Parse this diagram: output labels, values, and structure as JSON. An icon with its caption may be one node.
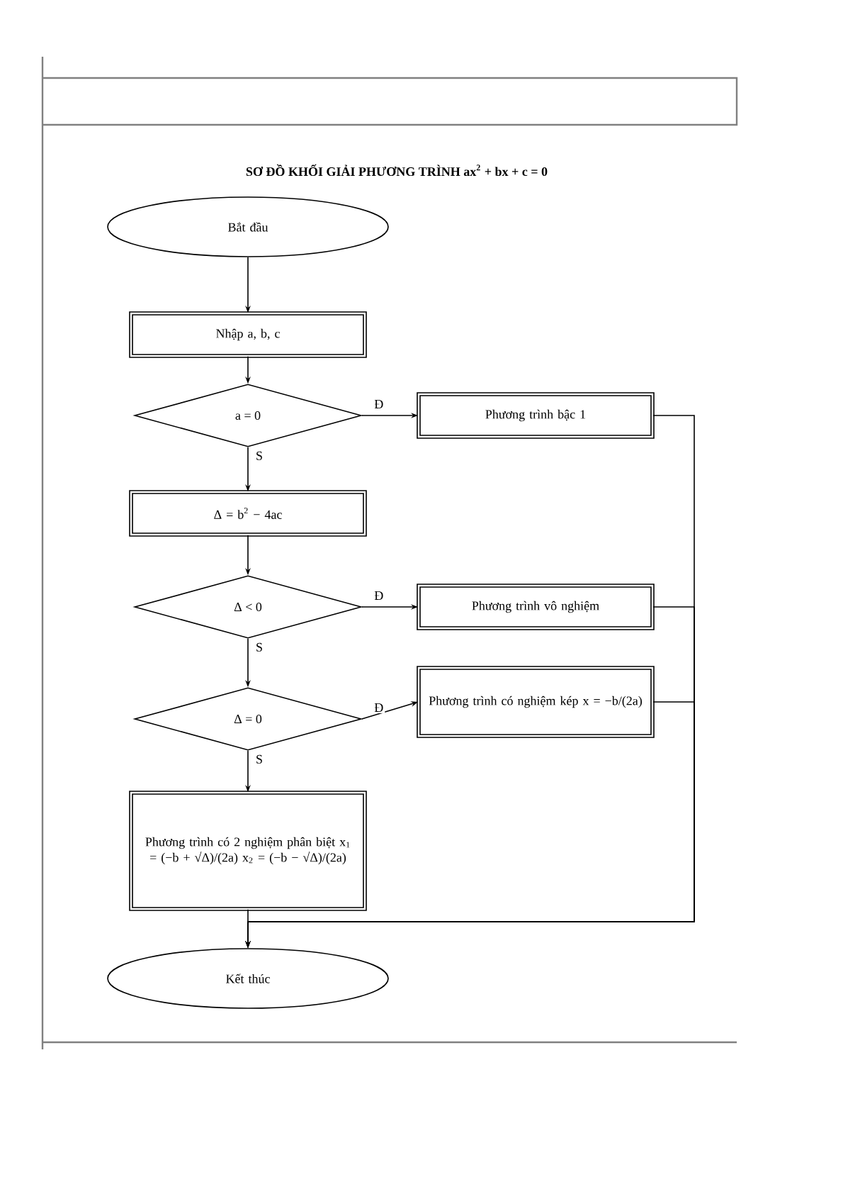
{
  "diagram": {
    "title": "SƠ ĐỒ KHỐI GIẢI PHƯƠNG TRÌNH ax$^{2}$ + bx + c = 0",
    "nodes": [
      {
        "text": [
          "Bắt đầu"
        ]
      },
      {
        "text": [
          "Nhập a, b, c"
        ]
      },
      {
        "text": [
          "a = 0"
        ]
      },
      {
        "text": [
          "Phương trình bậc 1"
        ]
      },
      {
        "text": [
          "Δ = b$^{2}$ − 4ac"
        ]
      },
      {
        "text": [
          "Δ < 0"
        ]
      },
      {
        "text": [
          "Phương trình vô nghiệm"
        ]
      },
      {
        "text": [
          "Δ = 0"
        ]
      },
      {
        "text": [
          "Phương trình có nghiệm kép x = −b/(2a)"
        ]
      },
      {
        "text": [
          "Phương trình có 2 nghiệm phân biệt x$_{1}$ = (−b + √Δ)/(2a) x$_{2}$ = (−b − √Δ)/(2a)"
        ]
      },
      {
        "text": [
          "Kết thúc"
        ]
      }
    ],
    "edges": [
      {
        "from": 0,
        "to": 1,
        "arrow": "to"
      },
      {
        "from": 1,
        "to": 2,
        "arrow": "to"
      },
      {
        "from": 2,
        "to": 3,
        "arrow": "to",
        "label": "Đ"
      },
      {
        "from": 2,
        "to": 4,
        "arrow": "to",
        "label": "S"
      },
      {
        "from": 4,
        "to": 5,
        "arrow": "to"
      },
      {
        "from": 5,
        "to": 6,
        "arrow": "to",
        "label": "Đ"
      },
      {
        "from": 5,
        "to": 7,
        "arrow": "to",
        "label": "S"
      },
      {
        "from": 7,
        "to": 8,
        "arrow": "to",
        "label": "Đ"
      },
      {
        "from": 7,
        "to": 9,
        "arrow": "to",
        "label": "S"
      },
      {
        "from": 9,
        "to": 10,
        "arrow": "to"
      },
      {
        "from": 3,
        "to": 10,
        "arrow": "to"
      },
      {
        "from": 6,
        "to": 10,
        "arrow": "to"
      },
      {
        "from": 8,
        "to": 10,
        "arrow": "to"
      }
    ]
  }
}
